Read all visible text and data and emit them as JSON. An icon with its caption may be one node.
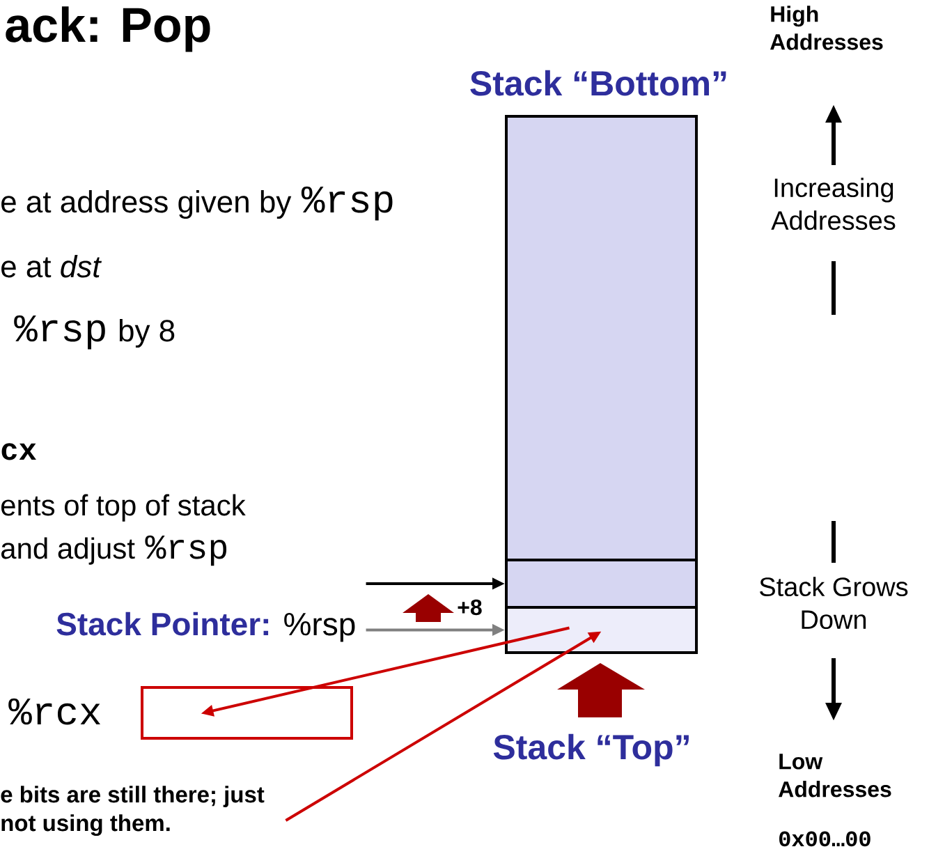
{
  "diagram": {
    "nodes": [
      {
        "text": [],
        "shape": "box"
      },
      {
        "text": [],
        "shape": "box"
      },
      {
        "text": [],
        "shape": "box"
      },
      {
        "text": [
          "Stack Pointer:",
          "%rsp"
        ]
      },
      {
        "text": [],
        "shape": "box",
        "beside": [
          "%rcx"
        ]
      },
      {
        "text": [
          "e bits are still there; just not using them."
        ]
      }
    ],
    "edges": [
      {
        "from": 3,
        "to": 1,
        "arrow": "to",
        "color": "#000000"
      },
      {
        "from": 3,
        "to": 2,
        "arrow": "to",
        "color": "#808080"
      },
      {
        "from": 2,
        "to": 4,
        "arrow": "to",
        "color": "#cc0000"
      },
      {
        "from": 5,
        "to": 2,
        "arrow": "to",
        "color": "#cc0000"
      }
    ],
    "labels": [
      "ack:  Pop",
      "e at address given by",
      "%rsp",
      "e at *dst*",
      "%rsp",
      "by 8",
      "cx",
      "ents of top of stack",
      "and adjust",
      "%rsp",
      "+8",
      "Stack “Bottom”",
      "Stack “Top”",
      "High Addresses",
      "Increasing Addresses",
      "Stack Grows Down",
      "Low Addresses",
      "0x00…00"
    ]
  }
}
